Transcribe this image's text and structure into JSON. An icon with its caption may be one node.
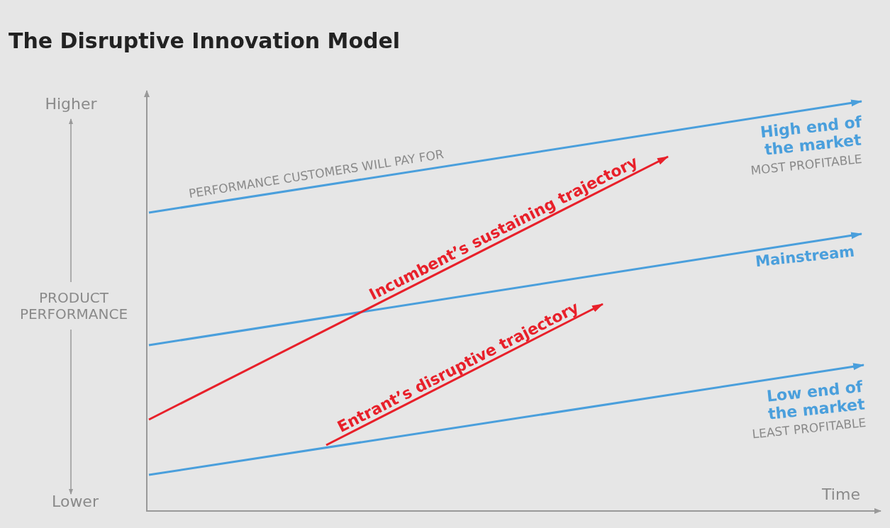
{
  "diagram": {
    "title": "The Disruptive Innovation Model",
    "labels": [
      "Higher",
      "PRODUCT PERFORMANCE",
      "Lower",
      "Time",
      "PERFORMANCE CUSTOMERS WILL PAY FOR",
      "Incumbent’s sustaining trajectory",
      "Entrant’s disruptive trajectory",
      "High end of the market",
      "MOST PROFITABLE",
      "Mainstream",
      "Low end of the market",
      "LEAST PROFITABLE"
    ]
  }
}
